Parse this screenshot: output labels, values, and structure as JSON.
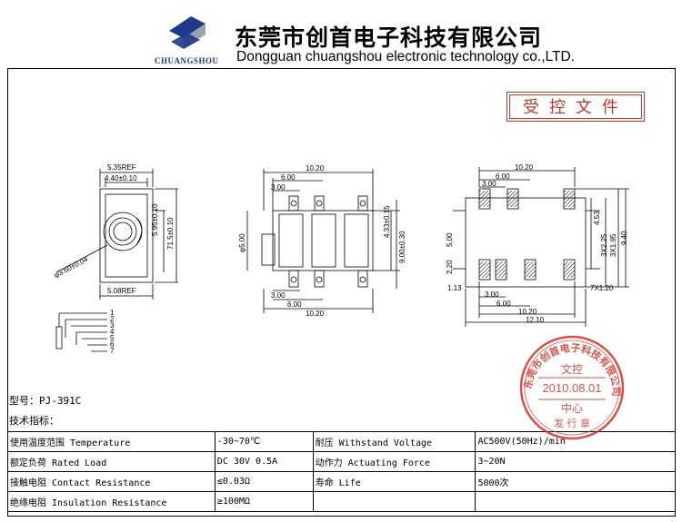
{
  "header": {
    "company_cn": "东莞市创首电子科技有限公司",
    "company_en": "Dongguan chuangshou electronic technology co.,LTD.",
    "brand": "CHUANGSHOU",
    "logo_colors": {
      "blue": "#1f3a8a",
      "gray": "#9aa3ad"
    }
  },
  "controlled_doc": "受控文件",
  "drawing": {
    "left_view": {
      "dims": [
        "5.35REF",
        "4.40±0.10",
        "5.95±0.10",
        "71.5±0.10",
        "φ3.60±0.04",
        "5.08REF"
      ],
      "pins": [
        "1",
        "2",
        "3",
        "4",
        "5",
        "6",
        "7"
      ]
    },
    "middle_view": {
      "dims": [
        "10.20",
        "6.00",
        "3.00",
        "φ5.00",
        "4.33±0.15",
        "9.00±0.30",
        "3.00",
        "6.00",
        "10.20"
      ]
    },
    "right_view": {
      "dims": [
        "10.20",
        "6.00",
        "3.00",
        "5.00",
        "2.20",
        "1.13",
        "4.53",
        "3X2.25",
        "3X1.95",
        "9.40",
        "3.00",
        "6.00",
        "10.20",
        "12.10",
        "7X1.20"
      ]
    }
  },
  "model_label": "型号：PJ-391C",
  "tech_label": "技术指标：",
  "specs": [
    [
      "使用温度范围 Temperature",
      "-30~70℃",
      "耐压 Withstand Voltage",
      "AC500V(50Hz)/min"
    ],
    [
      "额定负荷 Rated Load",
      "DC 30V 0.5A",
      "动作力 Actuating Force",
      "3~20N"
    ],
    [
      "接触电阻 Contact Resistance",
      "≤0.03Ω",
      "寿命 Life",
      "5000次"
    ],
    [
      "绝缘电阻 Insulation Resistance",
      "≥100MΩ",
      "",
      ""
    ]
  ],
  "stamp": {
    "ring_text": "东莞市创首电子科技有限公司",
    "line1": "文控",
    "date": "2010.08.01",
    "line3": "中心",
    "bottom": "发 行 章",
    "color": "#d0342c"
  }
}
